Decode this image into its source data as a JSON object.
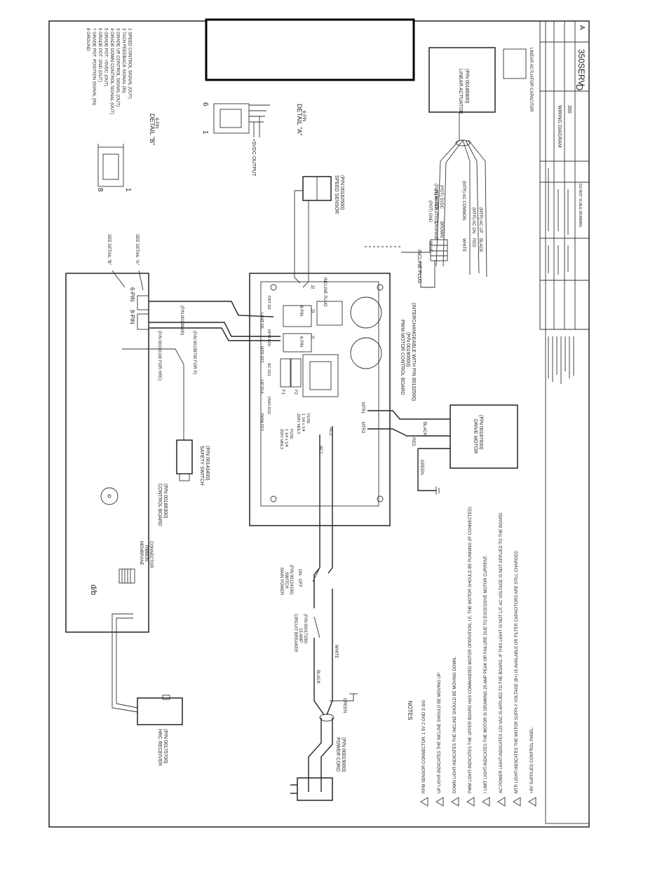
{
  "labels": {
    "detail_a": "DETAIL \"A\"",
    "detail_a_sub": "6-PIN",
    "detail_b": "DETAIL \"B\"",
    "detail_b_sub": "8-PIN",
    "vdc_output": "+5VDC OUTPUT",
    "pin6": "6",
    "pin1a": "1",
    "pin8": "8",
    "pin1b": "1",
    "see_b": "SEE DETAIL \"B\"",
    "see_a": "SEE DETAIL \"A\"",
    "eight_pin": "8-PIN",
    "six_pin": "6-PIN",
    "cable_1": "(P/N 00138600)",
    "cable_2": "(P/N 00190100 FOR HRC)",
    "cable_3": "(P/N 00138700 FOR P)",
    "speed_sensor": "SPEED SENSOR",
    "speed_sensor_pn": "(P/N 00182500)",
    "incline_plug": "INCLINE PLUG",
    "incline_plug2": "INCLINE PLUG",
    "linear_actuator": "LINEAR ACTUATOR",
    "linear_actuator_pn": "(P/N 00186800)",
    "actuator_cap": "LINEAR ACTUATOR CAPACITOR",
    "pwm_board": "PWM MOTOR CONTROL BOARD",
    "pwm_board_pn": "(P/N 00190500)",
    "pwm_board_note": "(INTERCHANGEABLE WITH P/N 00132500)",
    "drive_motor": "DRIVE MOTOR",
    "drive_motor_pn": "(P/N 00187600)",
    "black": "BLACK",
    "red": "RED",
    "green": "GREEN",
    "mtr1": "MTR1",
    "mtr2": "MTR2",
    "ac1": "AC1",
    "ac2": "AC2",
    "control_board": "CONTROL BOARD",
    "control_board_pn": "(P/N 00186300)",
    "safety_switch": "SAFETY SWITCH",
    "safety_switch_pn": "(P/N 00143400)",
    "membrane": "MEMBRANE",
    "ribbon": "RIBBON",
    "connector": "CONNECTOR",
    "main_power": "MAIN POWER",
    "switch": "SWITCH",
    "main_power_pn": "(P/N 00124100)",
    "on": "ON",
    "off": "OFF",
    "breaker": "CIRCUIT BREAKER",
    "breaker_amp": "15 AMP",
    "breaker_pn": "(P/N 00017200)",
    "white": "WHITE",
    "black2": "BLACK",
    "green2": "GREEN",
    "power_cord": "POWER CORD",
    "power_cord_pn": "(P/N 00019000)",
    "hrc_receiver": "HRC RECEIVER",
    "hrc_receiver_pn": "(P/N 00175700)",
    "fuse1": "250V MDL3",
    "fuse1b": "1 1/4 x 1/4",
    "fuse1c": "FUSE",
    "fuse2": "250V MDL3",
    "fuse2b": "1 1/4 x 1/4",
    "fuse2c": "FUSE",
    "f1": "F1",
    "f2": "F2",
    "j1": "J1",
    "j2": "J2",
    "j3": "J3",
    "logo_text": "d/b",
    "title_cell": "WIRING DIAGRAM",
    "model": "350",
    "drawing_no": "350SERV",
    "size": "D",
    "rev": "A",
    "bottom_note": "DO NOT SCALE DRAWING",
    "notes_title": "NOTES"
  },
  "wire_labels": [
    "(POT) GND",
    "(NON-ISOLATED)",
    "BLUE",
    "ORANGE",
    "(POT) WIPER",
    "BROWN",
    "(POT) 5VDC",
    "WHITE",
    "(MTR) AC COMMON",
    "RED",
    "(MTR) AC DN",
    "BLACK",
    "(MTR) AC UP"
  ],
  "pin_list_b": [
    "8  GROUND",
    "7  GRADE POT. POSITION SIGNAL (IN)",
    "6  GRADE POT. GND (OUT)",
    "5  GRADE POT. +5VDC (OUT)",
    "4  GRADE DOWN CONTROL SIGNAL (OUT)",
    "3  GRADE UP CONTROL SIGNAL (OUT)",
    "2  TACH FEEDBACK SIGNAL (IN)",
    "1  SPEED CONTROL SIGNAL (OUT)"
  ],
  "board_leds": [
    "PWM D17",
    "DWN D15",
    "UP D14",
    "AC D11",
    "MTR D22",
    "RPM D20",
    "I-LMT D6",
    "PRT D3"
  ],
  "notes": [
    "RPM SENSOR CONNECTOR:  1 5V   2 GND   3 SIG",
    "UP LIGHT-INDICATES THE INCLINE SHOULD BE MOVING UP",
    "DOWN LIGHT-INDICATES THE INCLINE SHOULD BE MOVING DOWN.",
    "PWM LIGHT-INDICATES THE UPPER BOARD HAS COMMANDED MOTOR OPERATION, I.E. THE MOTOR SHOULD BE RUNNING (IF CONNECTED)",
    "I LIMIT LIGHT-INDICATES THE MOTOR IS DRAWING 25 AMP PEAK OR FAILURE DUE TO EXCESSIVE MOTOR CURRENT.",
    "AC POWER LIGHT-INDICATES 120 VAC IS APPLIED TO THE BOARD. IF THIS LIGHT IS NOT LIT, AC VOLTAGE IS NOT APPLIED TO THE BOARD.",
    "MTR LIGHT-INDICATES THE MOTOR SUPPLY VOLTAGE (B+) IS AVAILABLE OR FILTER CAPACITORS ARE STILL CHARGED.",
    "+8V SUPPLIES CONTROL PANEL."
  ]
}
